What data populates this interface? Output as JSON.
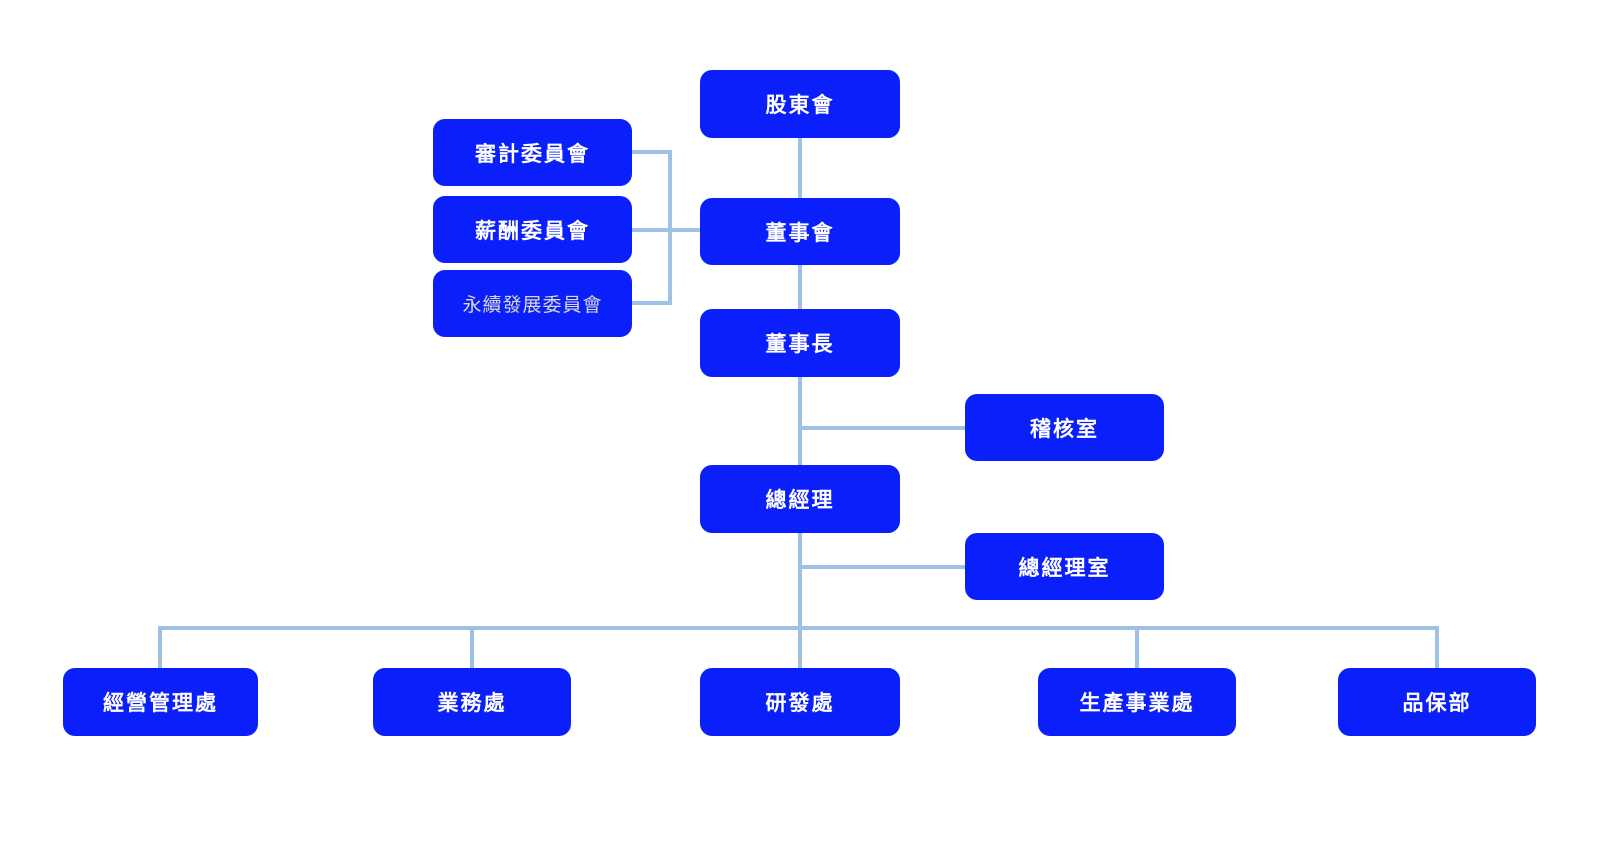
{
  "title": "Organization Chart",
  "colors": {
    "node_bg": "#0a1ffa",
    "node_text": "#ffffff",
    "dim_text": "#d9d9d9",
    "connector": "#9fc1e3"
  },
  "nodes": {
    "shareholders": {
      "label": "股東會"
    },
    "audit_committee": {
      "label": "審計委員會"
    },
    "compensation_committee": {
      "label": "薪酬委員會"
    },
    "sustainability_committee": {
      "label": "永續發展委員會"
    },
    "board": {
      "label": "董事會"
    },
    "chairman": {
      "label": "董事長"
    },
    "audit_office": {
      "label": "稽核室"
    },
    "general_manager": {
      "label": "總經理"
    },
    "gm_office": {
      "label": "總經理室"
    },
    "business_management": {
      "label": "經營管理處"
    },
    "sales": {
      "label": "業務處"
    },
    "rd": {
      "label": "研發處"
    },
    "production": {
      "label": "生產事業處"
    },
    "qa": {
      "label": "品保部"
    }
  },
  "edges": [
    {
      "from": "股東會",
      "to": "董事會"
    },
    {
      "from": "董事會",
      "to": "審計委員會"
    },
    {
      "from": "董事會",
      "to": "薪酬委員會"
    },
    {
      "from": "董事會",
      "to": "永續發展委員會"
    },
    {
      "from": "董事會",
      "to": "董事長"
    },
    {
      "from": "董事長",
      "to": "稽核室"
    },
    {
      "from": "董事長",
      "to": "總經理"
    },
    {
      "from": "總經理",
      "to": "總經理室"
    },
    {
      "from": "總經理",
      "to": "經營管理處"
    },
    {
      "from": "總經理",
      "to": "業務處"
    },
    {
      "from": "總經理",
      "to": "研發處"
    },
    {
      "from": "總經理",
      "to": "生產事業處"
    },
    {
      "from": "總經理",
      "to": "品保部"
    }
  ]
}
